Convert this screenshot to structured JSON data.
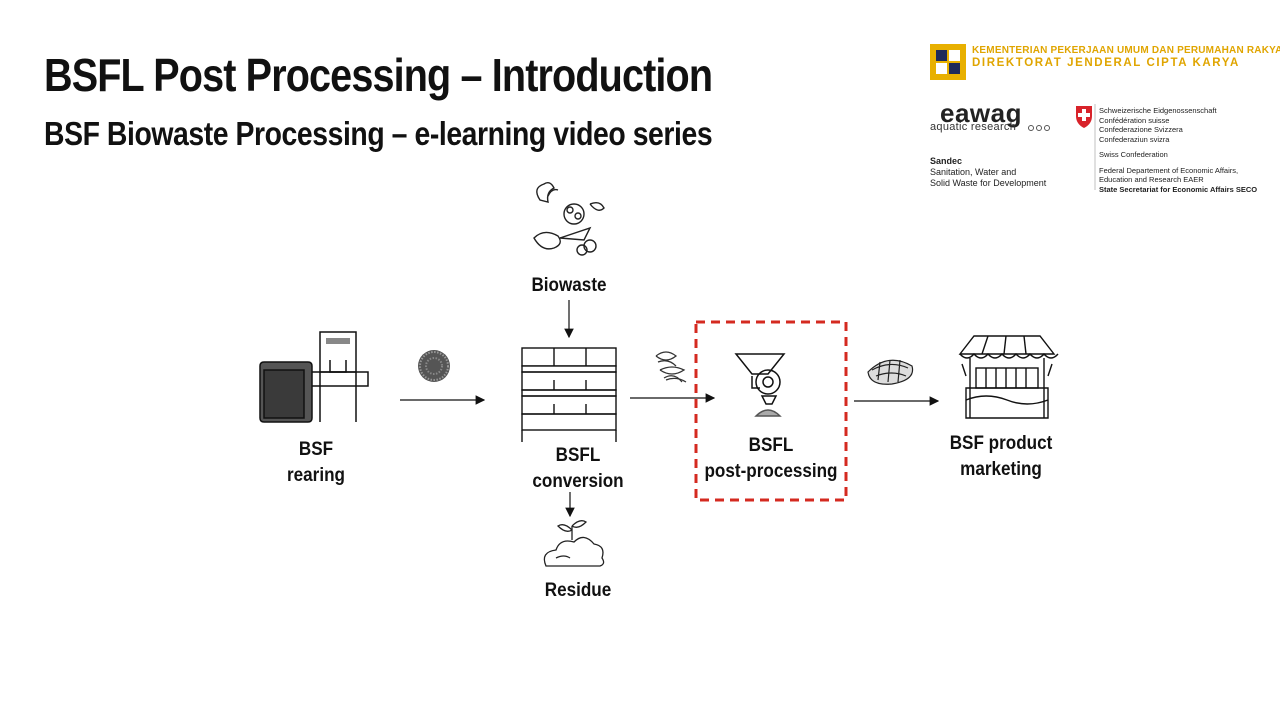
{
  "title": "BSFL Post Processing – Introduction",
  "subtitle": "BSF Biowaste Processing – e-learning video series",
  "logos": {
    "kementerian_line1": "KEMENTERIAN PEKERJAAN UMUM DAN PERUMAHAN RAKYAT",
    "kementerian_line2": "DIREKTORAT JENDERAL CIPTA KARYA",
    "eawag": "eawag",
    "eawag_sub": "aquatic research",
    "sandec_title": "Sandec",
    "sandec_line1": "Sanitation, Water and",
    "sandec_line2": "Solid Waste for Development",
    "swiss_line1": "Schweizerische Eidgenossenschaft",
    "swiss_line2": "Confédération suisse",
    "swiss_line3": "Confederazione Svizzera",
    "swiss_line4": "Confederaziun svizra",
    "swiss_conf": "Swiss Confederation",
    "fed_line1": "Federal Departement of Economic Affairs,",
    "fed_line2": "Education and Research EAER",
    "seco": "State Secretariat for Economic Affairs SECO"
  },
  "diagram": {
    "nodes": {
      "biowaste": "Biowaste",
      "rearing_line1": "BSF",
      "rearing_line2": "rearing",
      "conversion_line1": "BSFL",
      "conversion_line2": "conversion",
      "post_line1": "BSFL",
      "post_line2": "post-processing",
      "marketing_line1": "BSF product",
      "marketing_line2": "marketing",
      "residue": "Residue"
    },
    "highlight_color": "#d42a20",
    "icons": [
      "vegetable-waste-icon",
      "rearing-cage-icon",
      "eggs-ball-icon",
      "conversion-crates-icon",
      "larvae-icon",
      "processing-machine-icon",
      "dried-larvae-icon",
      "market-stall-icon",
      "compost-residue-icon"
    ]
  }
}
